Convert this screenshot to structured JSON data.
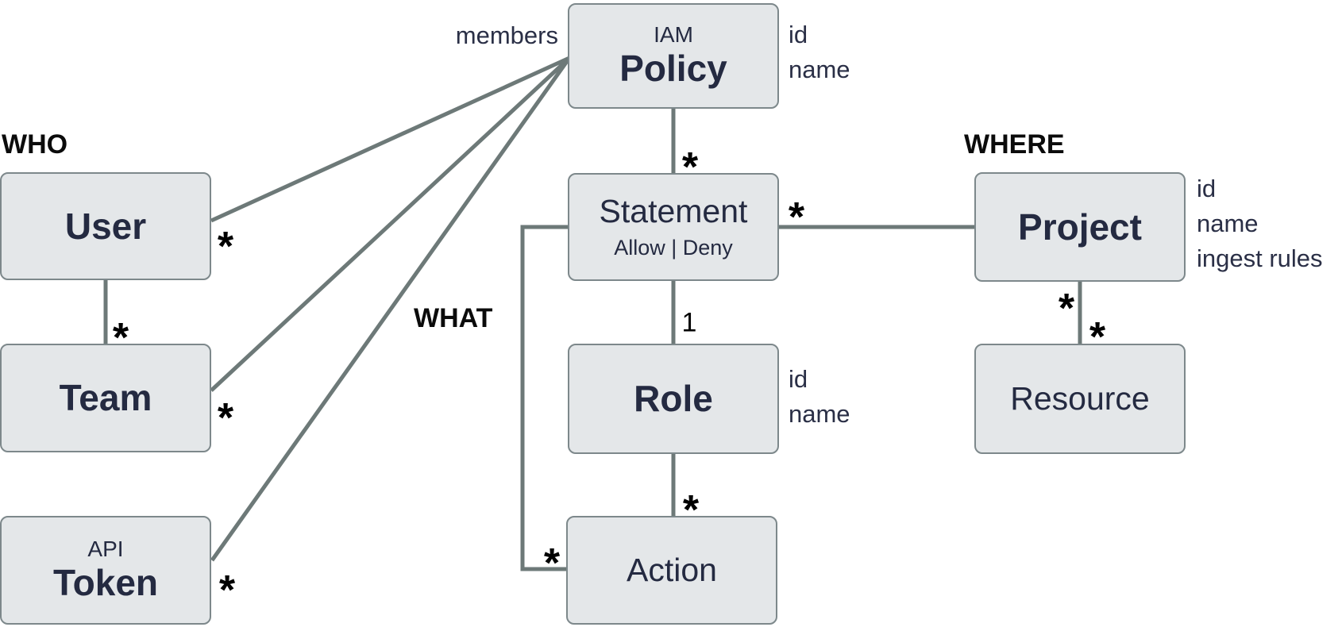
{
  "sections": {
    "who": "WHO",
    "what": "WHAT",
    "where": "WHERE"
  },
  "edge_labels": {
    "members": "members"
  },
  "entities": {
    "policy": {
      "kicker": "IAM",
      "name": "Policy",
      "attributes": [
        "id",
        "name"
      ]
    },
    "user": {
      "name": "User"
    },
    "team": {
      "name": "Team"
    },
    "token": {
      "kicker": "API",
      "name": "Token"
    },
    "statement": {
      "name": "Statement",
      "subtitle": "Allow | Deny"
    },
    "role": {
      "name": "Role",
      "attributes": [
        "id",
        "name"
      ]
    },
    "action": {
      "name": "Action"
    },
    "project": {
      "name": "Project",
      "attributes": [
        "id",
        "name",
        "ingest rules"
      ]
    },
    "resource": {
      "name": "Resource"
    }
  },
  "cardinalities": {
    "policy_user": "*",
    "policy_team": "*",
    "policy_token": "*",
    "user_team": "*",
    "policy_statement": "*",
    "statement_project": "*",
    "statement_role": "1",
    "role_action": "*",
    "action_statement": "*",
    "project_resource_upper": "*",
    "project_resource_lower": "*"
  },
  "colors": {
    "box_fill": "#e4e7e9",
    "box_border": "#7d888b",
    "connector": "#6d7978",
    "entity_text": "#242a41",
    "annotation_text": "#0b0b0b"
  }
}
